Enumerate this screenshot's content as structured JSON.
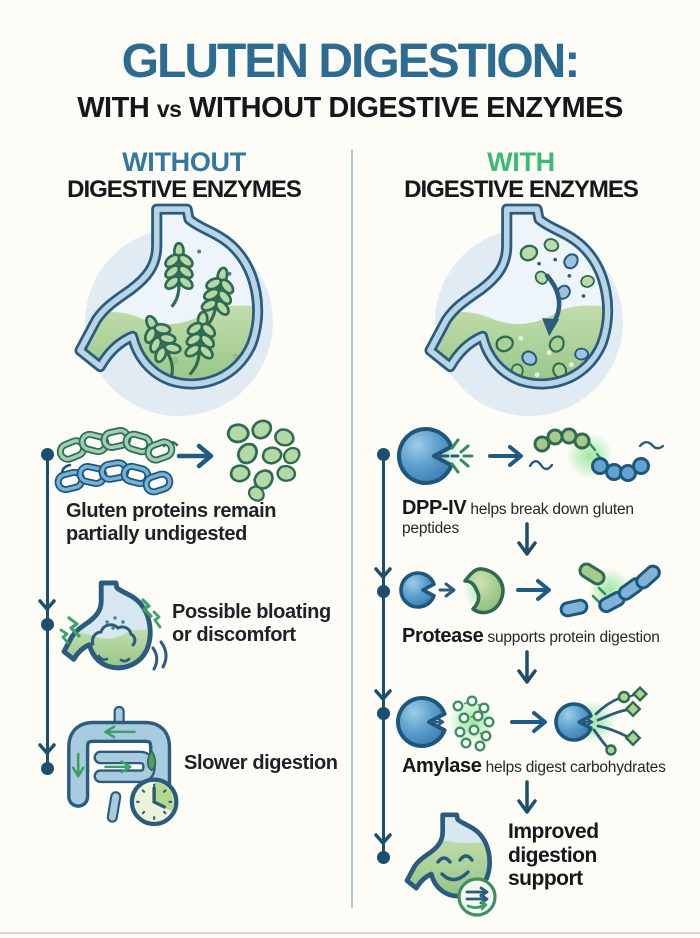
{
  "header": {
    "title": "GLUTEN DIGESTION:",
    "subtitle_with": "WITH",
    "subtitle_vs": "vs",
    "subtitle_rest": "WITHOUT DIGESTIVE ENZYMES"
  },
  "left_column": {
    "heading_accent": "WITHOUT",
    "heading_rest": "DIGESTIVE ENZYMES",
    "steps": [
      {
        "line1": "Gluten proteins remain",
        "line2": "partially undigested"
      },
      {
        "line1": "Possible bloating",
        "line2": "or discomfort"
      },
      {
        "line1": "Slower digestion",
        "line2": ""
      }
    ]
  },
  "right_column": {
    "heading_accent": "WITH",
    "heading_rest": "DIGESTIVE ENZYMES",
    "steps": [
      {
        "enzyme": "DPP-IV",
        "description": "helps break down gluten peptides"
      },
      {
        "enzyme": "Protease",
        "description": "supports protein digestion"
      },
      {
        "enzyme": "Amylase",
        "description": "helps digest carbohydrates"
      }
    ],
    "outcome": {
      "line1": "Improved",
      "line2": "digestion",
      "line3": "support"
    }
  },
  "colors": {
    "title_blue": "#2c6b92",
    "without_blue": "#33789f",
    "with_green": "#3cb977",
    "text_dark": "#15181b",
    "timeline_blue": "#1d4e6b",
    "outline_blue": "#2b5c7e",
    "fluid_green": "#9cc78b",
    "glow_green": "#a9e5ae"
  }
}
